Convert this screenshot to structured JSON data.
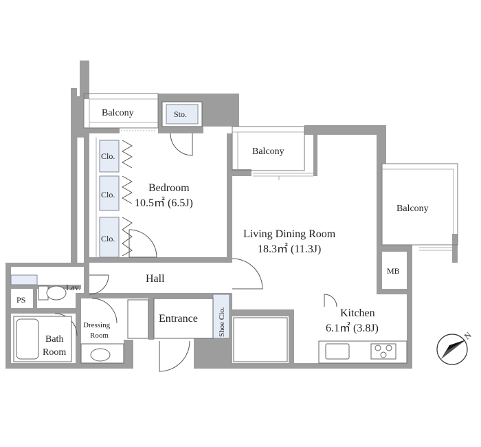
{
  "rooms": {
    "balcony_top_left": "Balcony",
    "storage": "Sto.",
    "balcony_top_mid": "Balcony",
    "balcony_right": "Balcony",
    "closet_1": "Clo.",
    "closet_2": "Clo.",
    "closet_3": "Clo.",
    "bedroom_name": "Bedroom",
    "bedroom_area": "10.5㎡ (6.5J)",
    "living_name": "Living Dining Room",
    "living_area": "18.3㎡ (11.3J)",
    "hall": "Hall",
    "lavatory": "Lav.",
    "ps": "PS",
    "mb": "MB",
    "dressing_line1": "Dressing",
    "dressing_line2": "Room",
    "bath_line1": "Bath",
    "bath_line2": "Room",
    "entrance": "Entrance",
    "shoe_closet": "Shoe Clo.",
    "kitchen_name": "Kitchen",
    "kitchen_area": "6.1㎡ (3.8J)"
  },
  "compass": {
    "north_letter": "N",
    "icon": "compass-icon"
  },
  "colors": {
    "wall": "#9d9d9d",
    "closet_fill": "#e6ecf5",
    "background": "#ffffff"
  }
}
